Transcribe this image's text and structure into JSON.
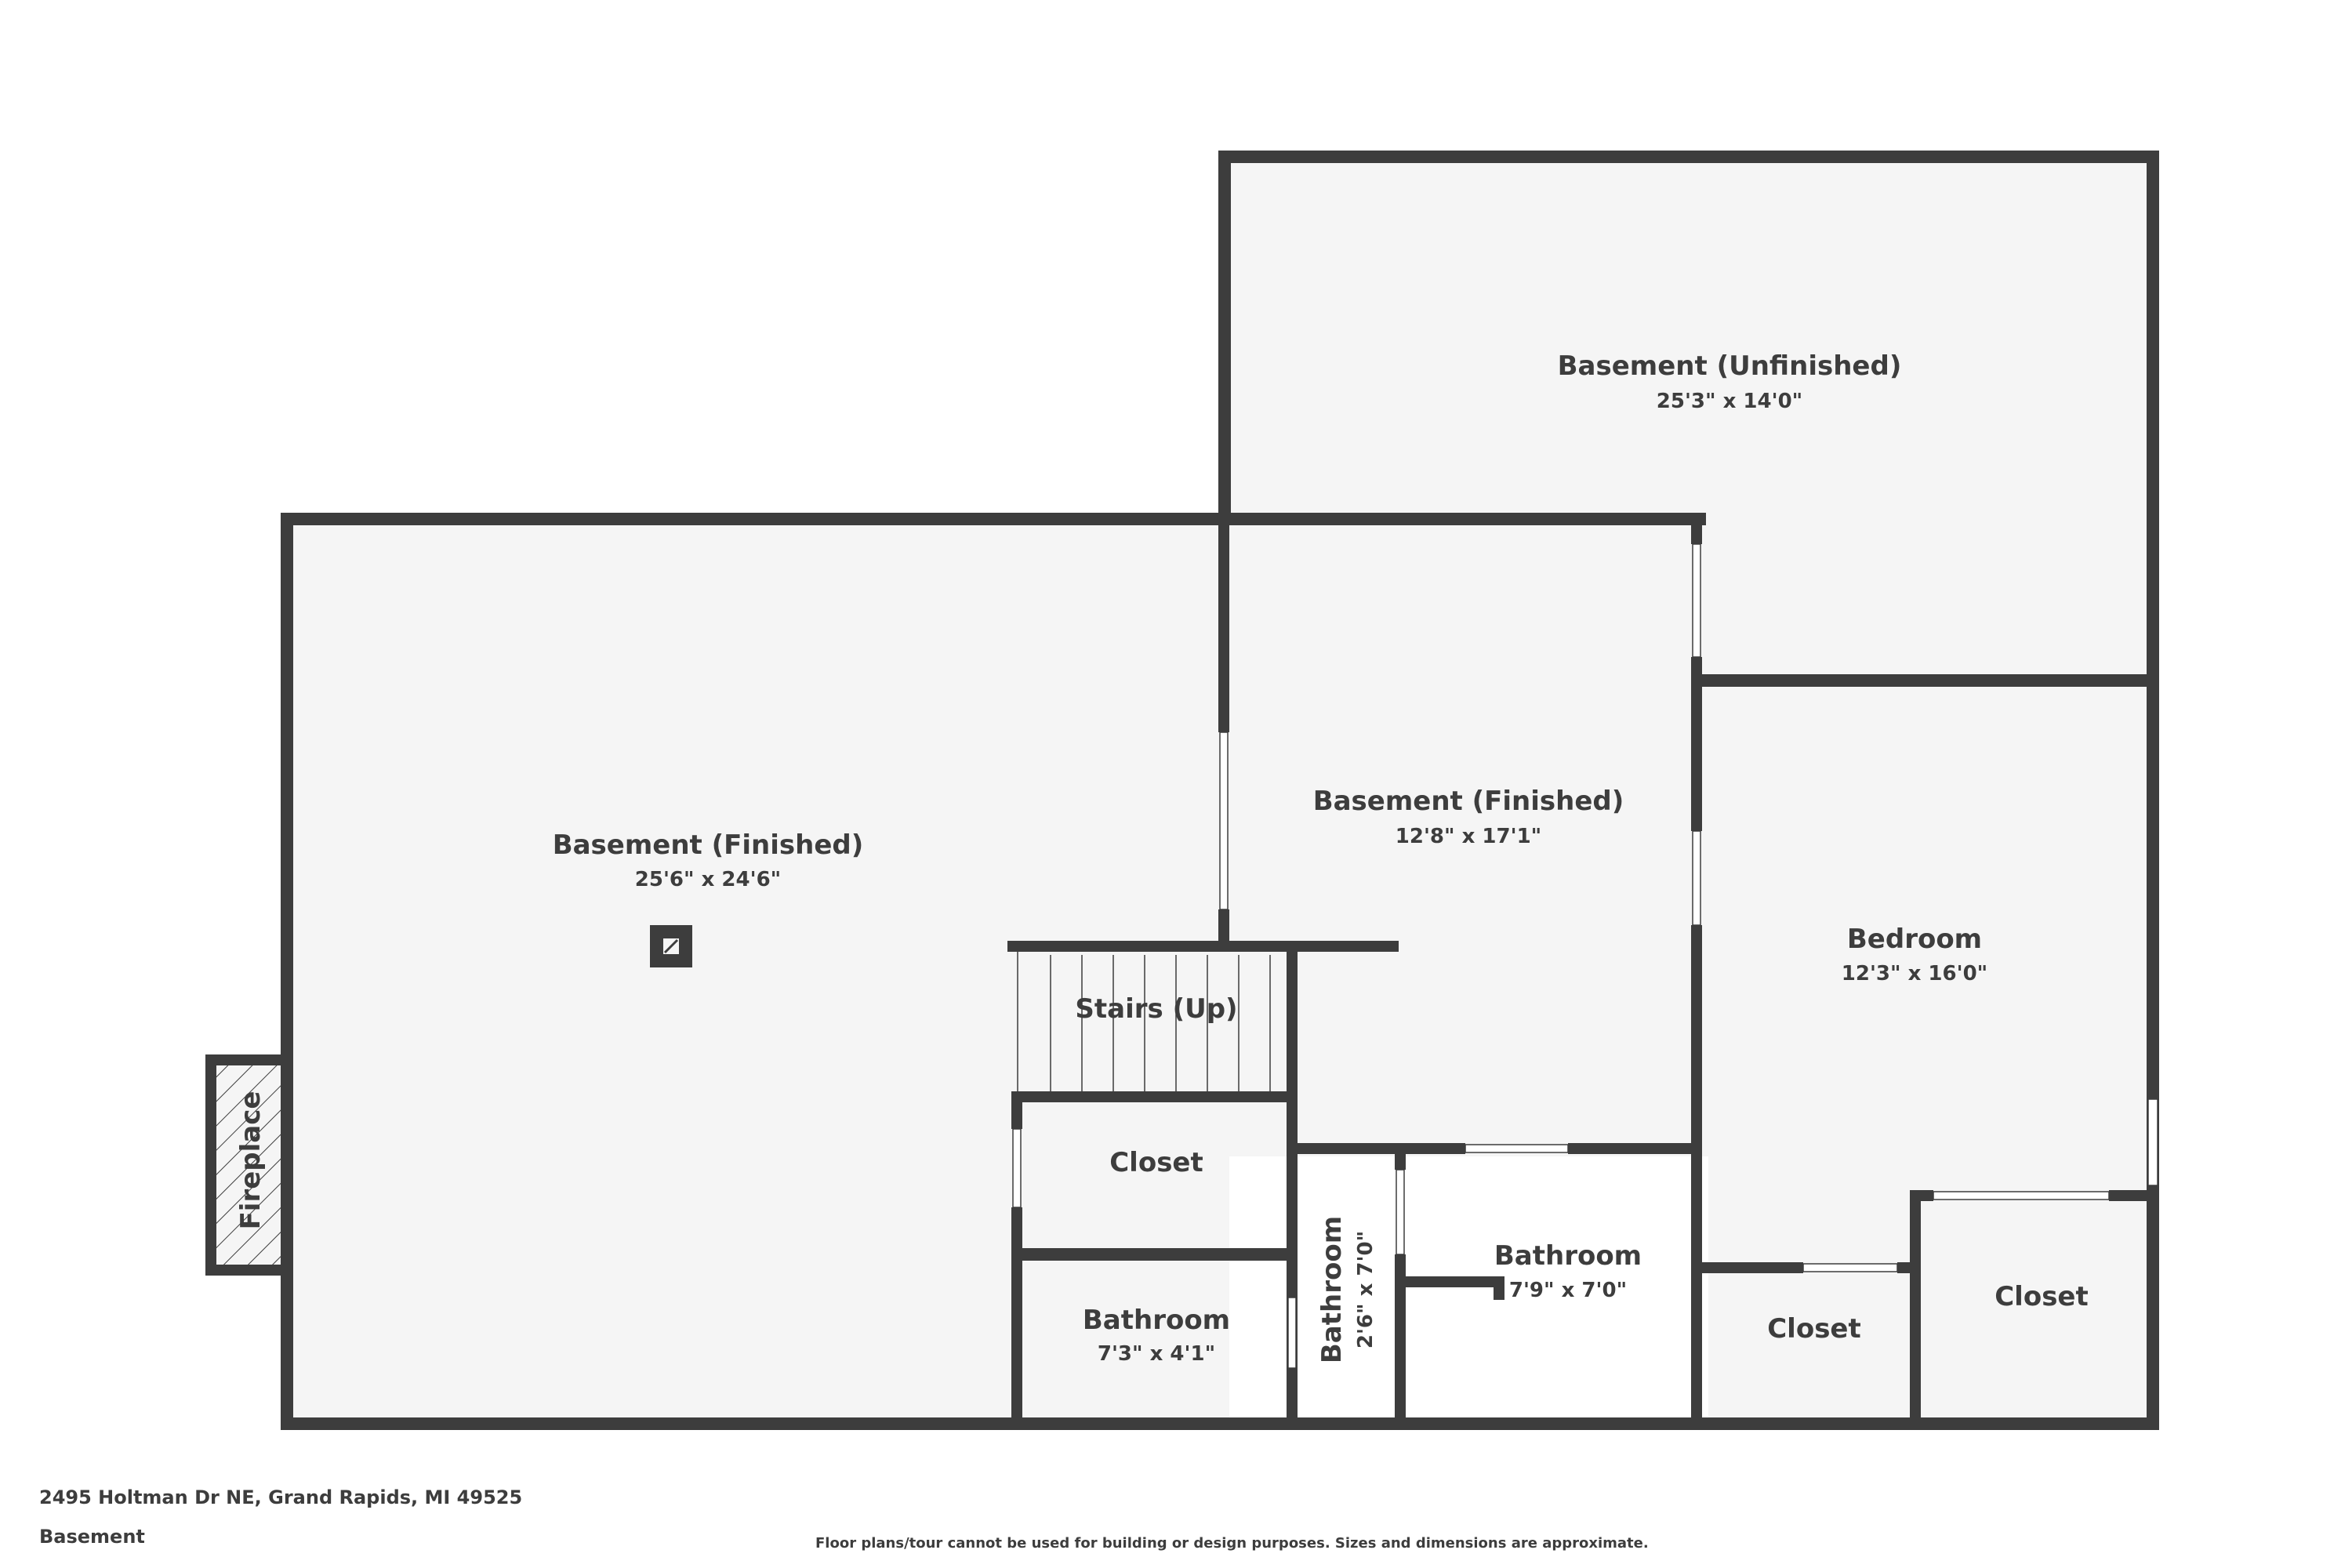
{
  "rooms": {
    "basement_unfinished": {
      "name": "Basement (Unfinished)",
      "dims": "25'3\" x 14'0\""
    },
    "basement_finished_main": {
      "name": "Basement (Finished)",
      "dims": "25'6\" x 24'6\""
    },
    "basement_finished_second": {
      "name": "Basement (Finished)",
      "dims": "12'8\" x 17'1\""
    },
    "bedroom": {
      "name": "Bedroom",
      "dims": "12'3\" x 16'0\""
    },
    "stairs": {
      "name": "Stairs (Up)"
    },
    "closet_a": {
      "name": "Closet"
    },
    "bathroom_a": {
      "name": "Bathroom",
      "dims": "7'3\" x 4'1\""
    },
    "bathroom_b": {
      "name": "Bathroom",
      "dims": "2'6\" x 7'0\""
    },
    "bathroom_c": {
      "name": "Bathroom",
      "dims": "7'9\" x 7'0\""
    },
    "closet_b": {
      "name": "Closet"
    },
    "closet_c": {
      "name": "Closet"
    },
    "fireplace": {
      "name": "Fireplace"
    }
  },
  "footer": {
    "address": "2495 Holtman Dr NE, Grand Rapids, MI 49525",
    "level": "Basement",
    "disclaimer": "Floor plans/tour cannot be used for building or design purposes. Sizes and dimensions are approximate."
  },
  "colors": {
    "wall": "#3d3d3d",
    "floor": "#f5f5f5",
    "background": "#ffffff"
  }
}
